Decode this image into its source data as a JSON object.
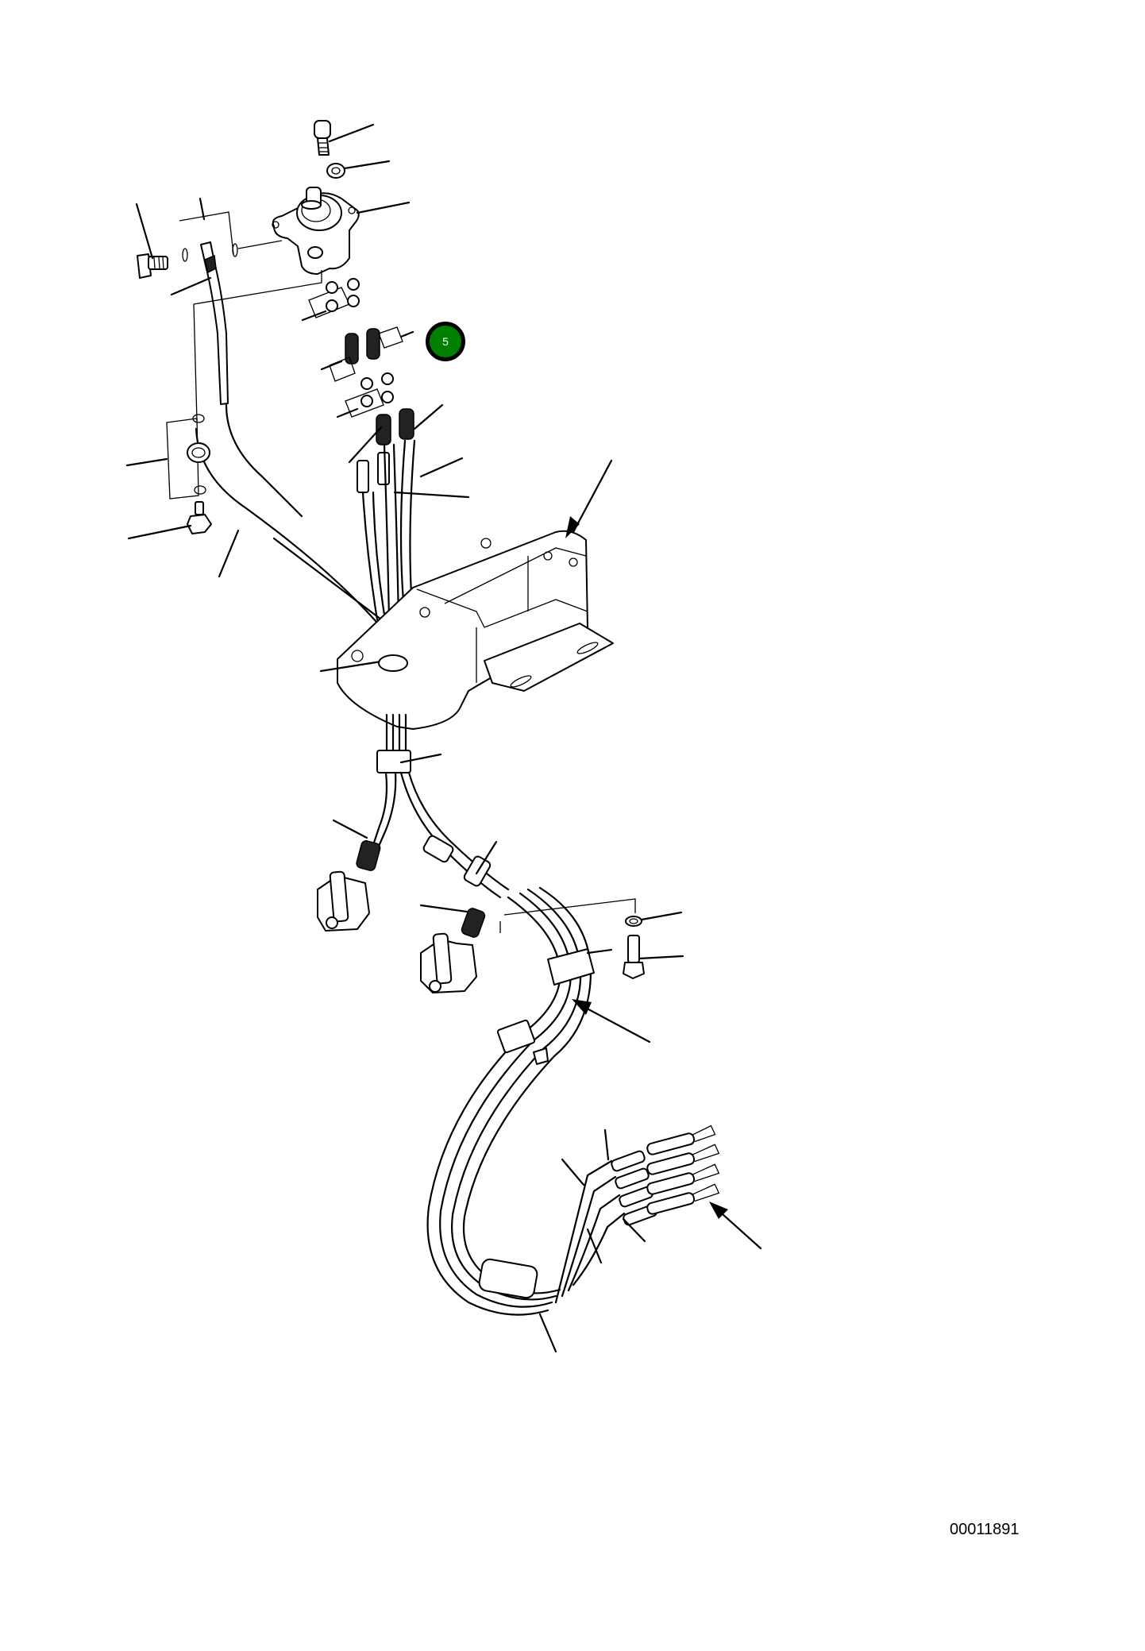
{
  "diagram": {
    "type": "exploded parts view",
    "subject": "Pilot control valve with hose harness and mounting bracket",
    "callouts": [
      {
        "label": "5",
        "color": "#008000",
        "border_color": "#000000"
      }
    ],
    "document_id": "00011891",
    "arrows_count": 4,
    "leader_lines_count": 30
  }
}
